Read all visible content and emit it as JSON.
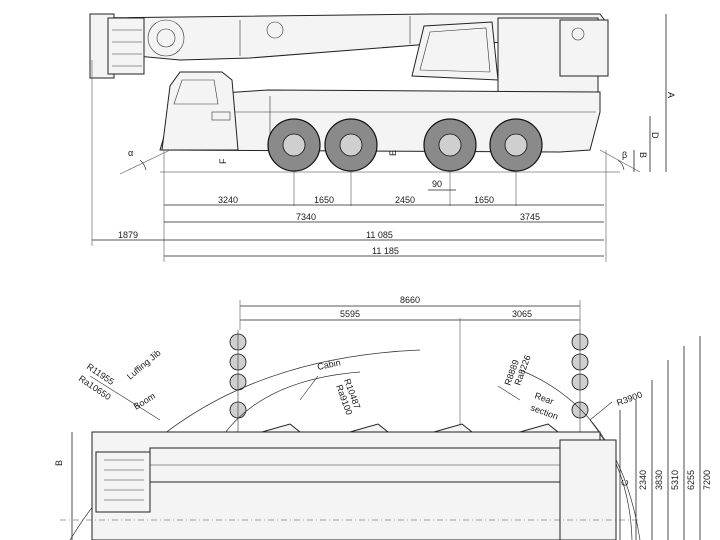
{
  "side_view": {
    "top_dims": [
      "3240",
      "1650",
      "2450",
      "1650",
      "3745"
    ],
    "mid_dims": [
      "7340"
    ],
    "total_dims": [
      "1879",
      "11 085"
    ],
    "overall": "11 185",
    "gap": "90",
    "letters": {
      "alpha": "α",
      "beta": "β",
      "A": "A",
      "B": "B",
      "D": "D",
      "E": "E",
      "F": "F"
    }
  },
  "top_view": {
    "dims_top": [
      "8660",
      "5595",
      "3065"
    ],
    "radii": {
      "r1": "R11955",
      "r2": "Ra10650",
      "r3": "R10487",
      "r4": "Ra9100",
      "r5": "R8889",
      "r6": "Ra8226",
      "r7": "R3900"
    },
    "labels": {
      "luffing_jib": "Luffing Jib",
      "boom": "Boom",
      "cabin": "Cabin",
      "rear": "Rear",
      "section": "section",
      "B": "B",
      "C": "C"
    },
    "right_dims": [
      "2340",
      "3830",
      "5310",
      "6255",
      "7200"
    ]
  }
}
